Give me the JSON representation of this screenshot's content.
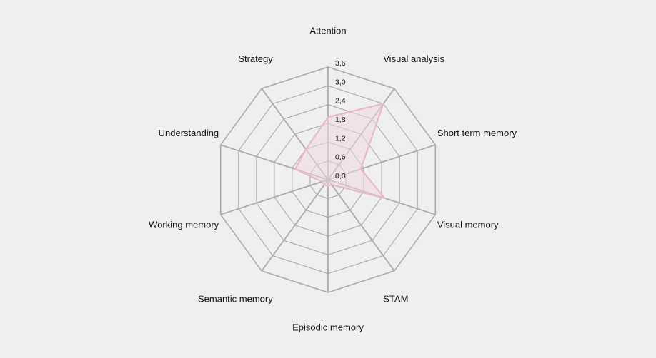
{
  "chart_data": {
    "type": "radar",
    "axes": [
      "Attention",
      "Visual analysis",
      "Short term memory",
      "Visual memory",
      "STAM",
      "Episodic memory",
      "Semantic memory",
      "Working memory",
      "Understanding",
      "Strategy"
    ],
    "ticks": [
      "0,0",
      "0,6",
      "1,2",
      "1,8",
      "2,4",
      "3,0",
      "3,6"
    ],
    "rlim": [
      0,
      3.6
    ],
    "series": [
      {
        "values": [
          2.0,
          3.0,
          1.1,
          1.9,
          0.2,
          0.2,
          0.2,
          0.2,
          1.1,
          1.2
        ]
      }
    ],
    "grid": true,
    "colors": {
      "series_line": "#e9b8cb",
      "series_fill": "#efd9e2",
      "grid": "#aaaaaa",
      "background": "#efefef",
      "text": "#111111"
    }
  }
}
